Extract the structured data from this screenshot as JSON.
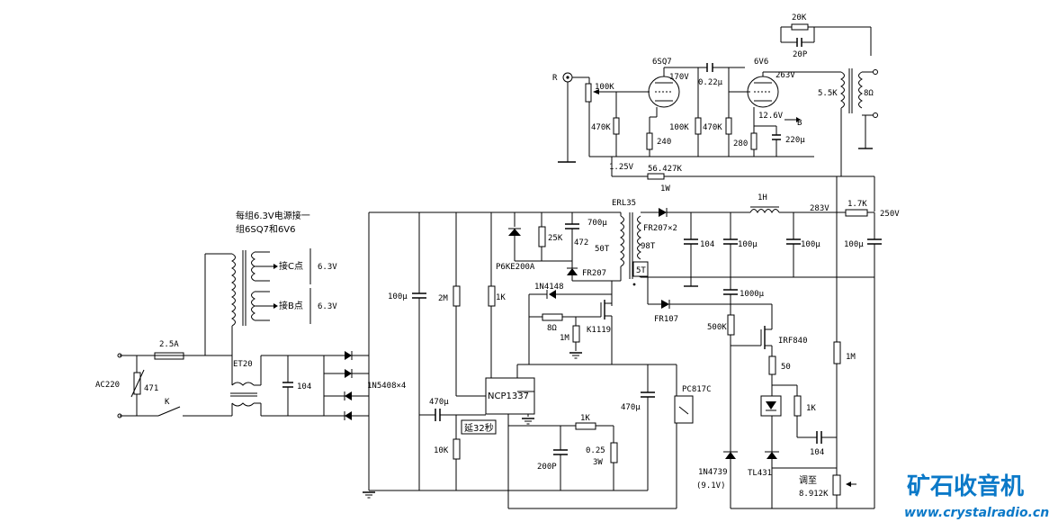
{
  "amp": {
    "input_R": "R",
    "vol_100k": "100K",
    "r_470k_in": "470K",
    "tube1": "6SQ7",
    "v_170": "170V",
    "r_240": "240",
    "cap_022": "0.22μ",
    "r_100k_plate": "100K",
    "r_470k_grid": "470K",
    "tube2": "6V6",
    "v_263": "263V",
    "heater_12v6": "12.6V",
    "heater_B": "B",
    "r_280": "280",
    "cap_220u": "220μ",
    "fb_20k": "20K",
    "fb_20p": "20P",
    "ot_5k5": "5.5K",
    "spk_8": "8Ω",
    "v_125": "1.25V",
    "r_56427k": "56.427K",
    "r_56427k_w": "1W"
  },
  "psu": {
    "note_line1": "每组6.3V电源接一",
    "note_line2": "组6SQ7和6V6",
    "tap_C": "接C点",
    "tap_B": "接B点",
    "v_63a": "6.3V",
    "v_63b": "6.3V",
    "fuse": "2.5A",
    "ac": "AC220",
    "mov": "471",
    "switch": "K",
    "choke": "ET20",
    "cap_104": "104",
    "bridge": "1N5408×4",
    "cap_100u": "100μ",
    "r_2m": "2M",
    "r_1k": "1K",
    "tvs": "P6KE200A",
    "r_25k": "25K",
    "cap_472": "472",
    "xfmr": "ERL35",
    "pri_turns": "700μ",
    "pri_50t": "50T",
    "d_fr207": "FR207",
    "d_1n4148": "1N4148",
    "r_8": "8Ω",
    "r_1m": "1M",
    "mosfet": "K1119",
    "ic": "NCP1337",
    "cap_470u": "470μ",
    "r_10k": "10K",
    "delay": "延32秒",
    "cap_200p": "200P",
    "r_1k_cs": "1K",
    "r_025": "0.25",
    "r_025_w": "3W",
    "cap_470u_b": "470μ",
    "opto": "PC817C",
    "sec_fr207x2": "FR207×2",
    "sec_98t": "98T",
    "sec_5t": "5T",
    "cap_104_sec": "104",
    "choke_1h": "1H",
    "cap_100u_a": "100μ",
    "cap_100u_b": "100μ",
    "v_283": "283V",
    "r_17k": "1.7K",
    "v_250": "250V",
    "cap_100u_c": "100μ",
    "cap_1000u": "1000μ",
    "d_fr107": "FR107",
    "r_500k": "500K",
    "mos_irf840": "IRF840",
    "r_50": "50",
    "r_1m_b": "1M",
    "r_1k_b": "1K",
    "cap_104_b": "104",
    "zener": "1N4739",
    "zener_v": "(9.1V)",
    "tl431": "TL431",
    "adj": "调至",
    "adj_val": "8.912K"
  },
  "watermark": {
    "cn": "矿石收音机",
    "url": "www.crystalradio.cn"
  },
  "icons": [
    "resistor-icon",
    "capacitor-icon",
    "diode-icon",
    "tube-icon",
    "transformer-icon",
    "ground-icon",
    "mosfet-icon"
  ]
}
